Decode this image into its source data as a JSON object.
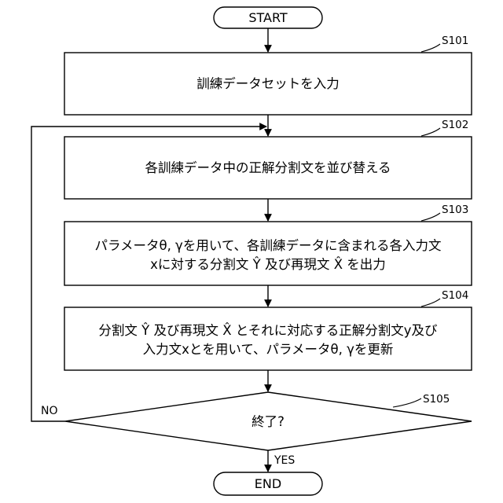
{
  "start_label": "START",
  "end_label": "END",
  "steps": {
    "s101": {
      "id": "S101",
      "lines": [
        "訓練データセットを入力"
      ]
    },
    "s102": {
      "id": "S102",
      "lines": [
        "各訓練データ中の正解分割文を並び替える"
      ]
    },
    "s103": {
      "id": "S103",
      "lines": [
        "パラメータθ, γを用いて、各訓練データに含まれる各入力文",
        "xに対する分割文 Ŷ 及び再現文 X̂ を出力"
      ]
    },
    "s104": {
      "id": "S104",
      "lines": [
        "分割文 Ŷ 及び再現文 X̂ とそれに対応する正解分割文y及び",
        "入力文xとを用いて、パラメータθ, γを更新"
      ]
    }
  },
  "decision": {
    "id": "S105",
    "label": "終了?",
    "yes_label": "YES",
    "no_label": "NO"
  },
  "colors": {
    "line": "#000000",
    "fill": "#ffffff",
    "text": "#000000"
  }
}
